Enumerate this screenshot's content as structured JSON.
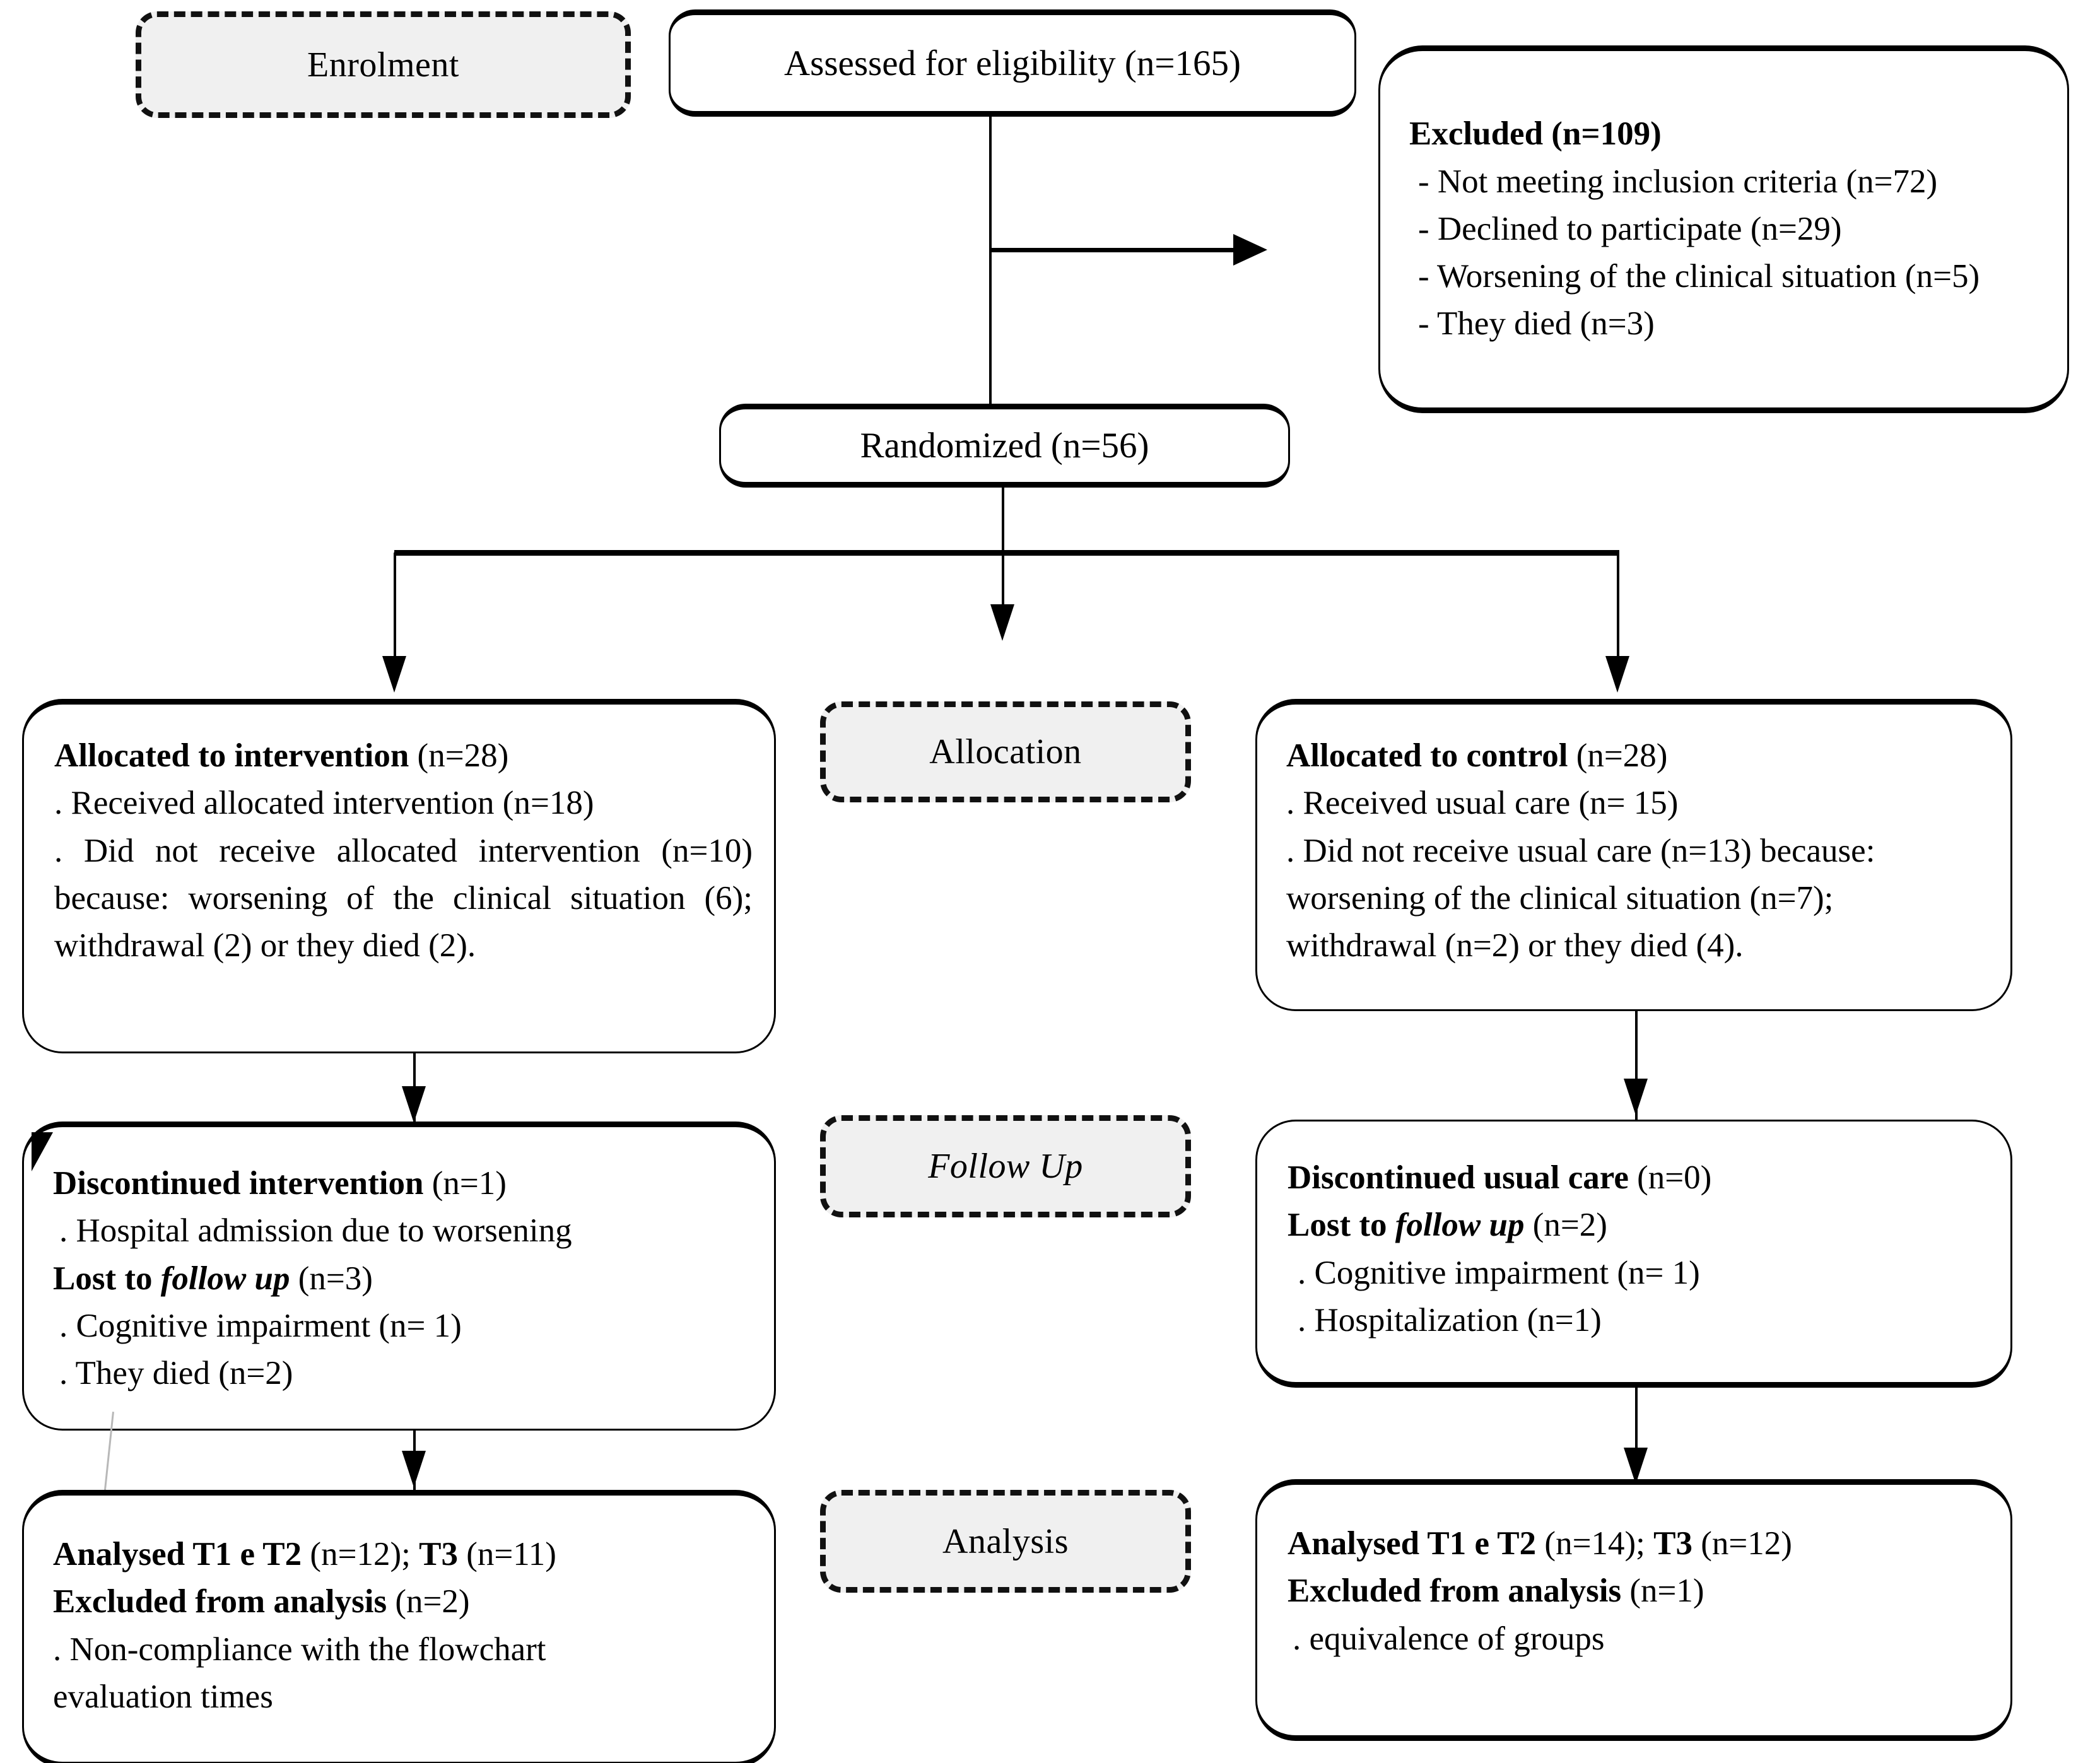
{
  "diagram": {
    "title": "CONSORT participant flow diagram",
    "stages": {
      "enrolment": "Enrolment",
      "allocation": "Allocation",
      "follow_up": "Follow Up",
      "analysis": "Analysis"
    }
  },
  "enrolment": {
    "assessed": "Assessed for eligibility (n=165)",
    "excluded": {
      "heading": "Excluded (n=109)",
      "reasons": [
        "- Not meeting inclusion criteria (n=72)",
        "- Declined to participate (n=29)",
        "- Worsening of the clinical situation (n=5)",
        "- They died (n=3)"
      ]
    },
    "randomized": "Randomized (n=56)"
  },
  "allocation": {
    "intervention": {
      "heading": "Allocated to intervention",
      "heading_n": " (n=28)",
      "lines": [
        ". Received allocated intervention (n=18)",
        ". Did not receive allocated intervention (n=10) because: worsening of the clinical situation (6); withdrawal (2) or they died (2)."
      ]
    },
    "control": {
      "heading": "Allocated to control",
      "heading_n": " (n=28)",
      "lines": [
        ". Received usual care (n= 15)",
        ". Did not receive usual care (n=13) because: worsening of the clinical situation (n=7); withdrawal (n=2) or they died (4)."
      ]
    }
  },
  "follow_up": {
    "intervention": {
      "discontinued_label": "Discontinued intervention",
      "discontinued_n": " (n=1)",
      "discontinued_reason": ". Hospital admission due to worsening",
      "lost_prefix": "Lost to ",
      "lost_italic": "follow up",
      "lost_n": " (n=3)",
      "lost_reasons": [
        ". Cognitive impairment (n= 1)",
        ". They died (n=2)"
      ]
    },
    "control": {
      "discontinued_label": "Discontinued usual care",
      "discontinued_n": " (n=0)",
      "lost_prefix": "Lost to ",
      "lost_italic": "follow up",
      "lost_n": " (n=2)",
      "lost_reasons": [
        ". Cognitive impairment (n= 1)",
        ". Hospitalization (n=1)"
      ]
    }
  },
  "analysis": {
    "intervention": {
      "analysed_label": "Analysed T1 e T2",
      "analysed_n": " (n=12); ",
      "analysed_t3_label": "T3",
      "analysed_t3_n": " (n=11)",
      "excluded_label": "Excluded from analysis",
      "excluded_n": " (n=2)",
      "excluded_reason": ". Non-compliance with the flowchart evaluation times"
    },
    "control": {
      "analysed_label": "Analysed T1 e T2",
      "analysed_n": " (n=14); ",
      "analysed_t3_label": "T3",
      "analysed_t3_n": " (n=12)",
      "excluded_label": "Excluded from analysis",
      "excluded_n": " (n=1)",
      "excluded_reason": ". equivalence of groups"
    }
  },
  "colors": {
    "stroke": "#000000",
    "stage_fill": "#f0f0f0",
    "page_bg": "#ffffff"
  }
}
